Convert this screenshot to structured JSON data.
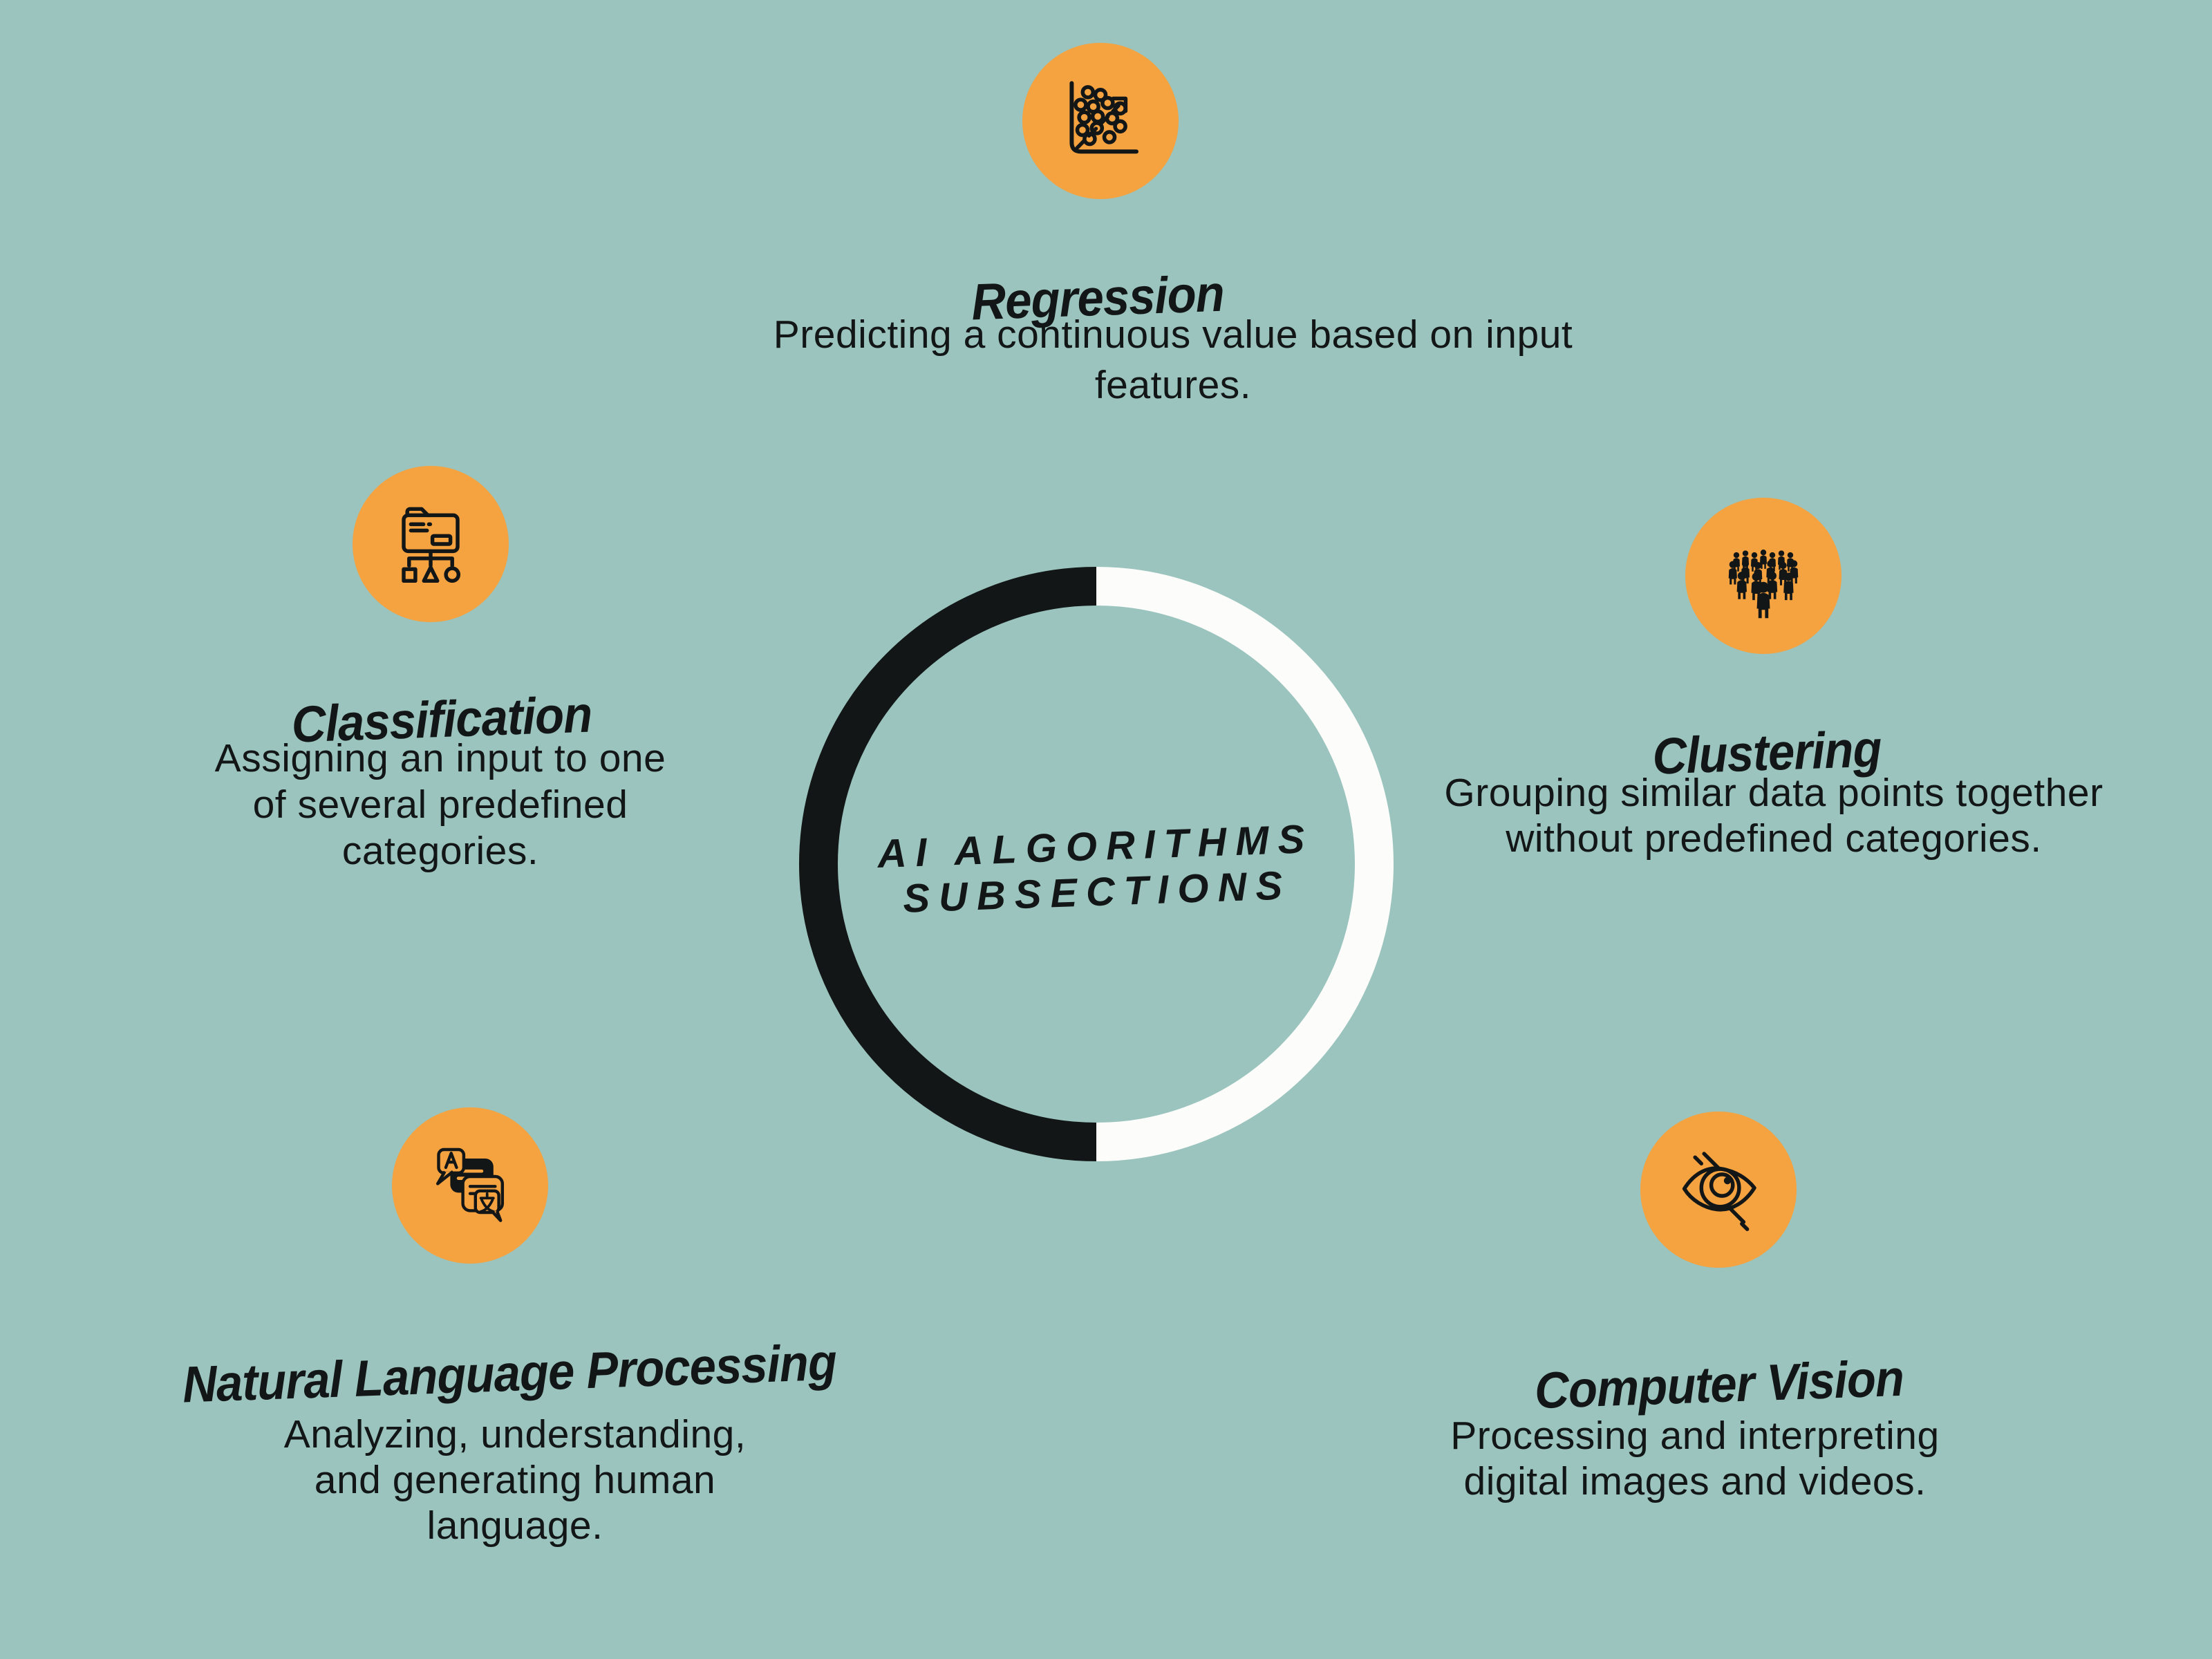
{
  "canvas": {
    "bg_color": "#9AC4BD",
    "accent_color": "#F5A240",
    "ink_color": "#131616",
    "ring_white": "#FCFCFA"
  },
  "center": {
    "title_lines": [
      "AI ALGORITHMS",
      "SUBSECTIONS"
    ]
  },
  "sections": [
    {
      "id": "regression",
      "title": "Regression",
      "icon": "scatter-plot-icon",
      "desc_lines": [
        "Predicting a continuous value based on input",
        "features."
      ]
    },
    {
      "id": "classification",
      "title": "Classification",
      "icon": "folder-classification-icon",
      "desc_lines": [
        "Assigning an input to one",
        "of several predefined",
        "categories."
      ]
    },
    {
      "id": "clustering",
      "title": "Clustering",
      "icon": "crowd-icon",
      "desc_lines": [
        "Grouping similar data points together",
        "without predefined categories."
      ]
    },
    {
      "id": "nlp",
      "title": "Natural Language Processing",
      "icon": "translation-chat-icon",
      "desc_lines": [
        "Analyzing, understanding,",
        "and generating human",
        "language."
      ]
    },
    {
      "id": "cv",
      "title": "Computer Vision",
      "icon": "eye-scan-icon",
      "desc_lines": [
        "Processing and interpreting",
        "digital images and videos."
      ]
    }
  ]
}
